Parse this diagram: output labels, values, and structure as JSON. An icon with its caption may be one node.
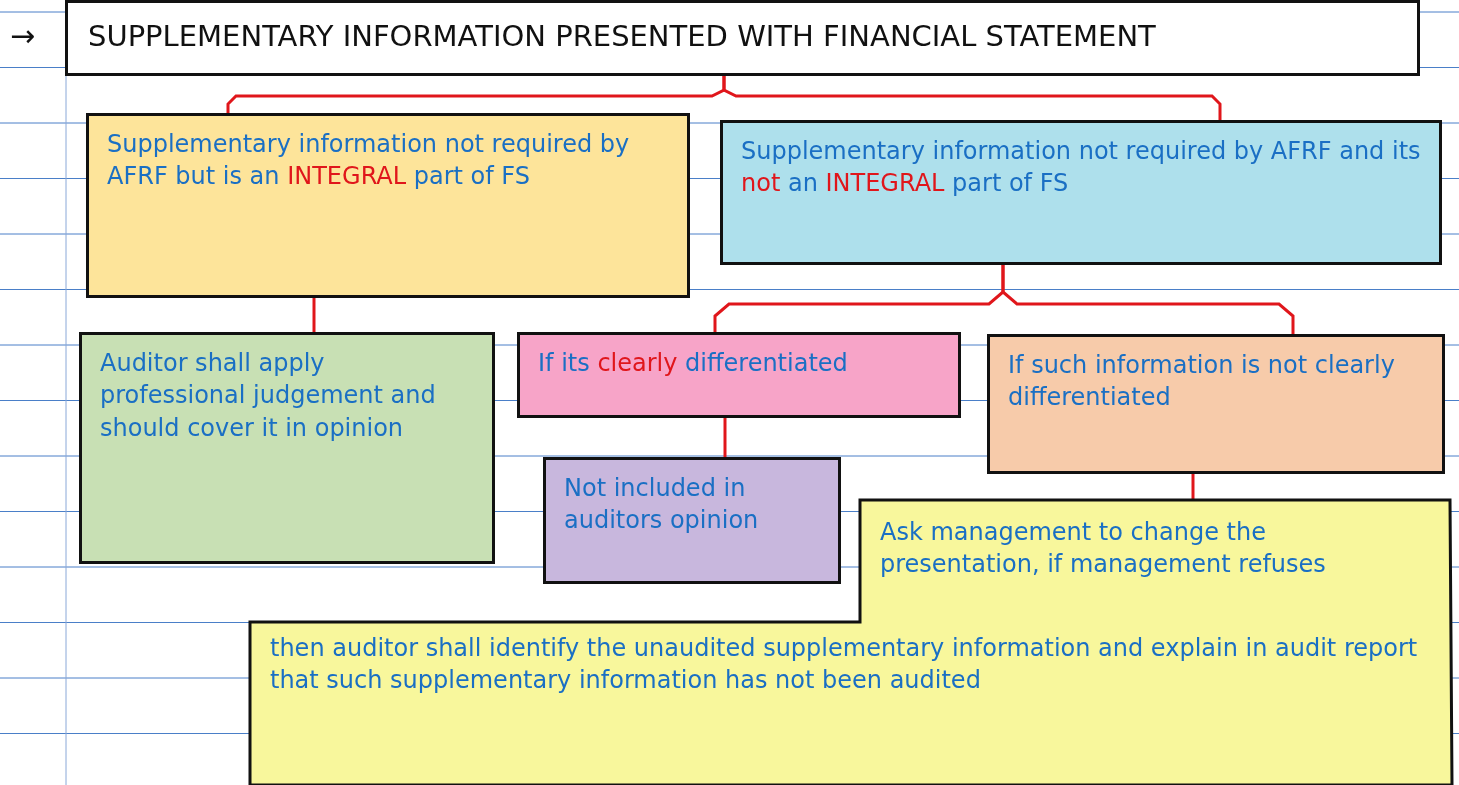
{
  "diagram": {
    "nodes": [
      {
        "text": [
          "SUPPLEMENTARY INFORMATION PRESENTED WITH FINANCIAL STATEMENT"
        ]
      },
      {
        "text": [
          "Supplementary information not required by AFRF but is an **INTEGRAL** part of FS"
        ]
      },
      {
        "text": [
          "Supplementary information not required by AFRF and its **not** an **INTEGRAL** part of FS"
        ]
      },
      {
        "text": [
          "Auditor shall apply professional judgement and should cover it in opinion"
        ]
      },
      {
        "text": [
          "If its **clearly** differentiated"
        ]
      },
      {
        "text": [
          "If such information is not clearly differentiated"
        ]
      },
      {
        "text": [
          "Not included in auditors opinion"
        ]
      },
      {
        "text": [
          "Ask management to change the presentation, if management refuses",
          "then auditor shall identify the unaudited supplementary information and explain in audit report that such supplementary information has not been audited"
        ]
      }
    ],
    "edges": [
      {
        "from": 0,
        "to": 1,
        "arrow": "none"
      },
      {
        "from": 0,
        "to": 2,
        "arrow": "none"
      },
      {
        "from": 1,
        "to": 3,
        "arrow": "none"
      },
      {
        "from": 2,
        "to": 4,
        "arrow": "none"
      },
      {
        "from": 2,
        "to": 5,
        "arrow": "none"
      },
      {
        "from": 4,
        "to": 6,
        "arrow": "none"
      },
      {
        "from": 5,
        "to": 7,
        "arrow": "none"
      }
    ],
    "labels": [
      "→"
    ]
  }
}
